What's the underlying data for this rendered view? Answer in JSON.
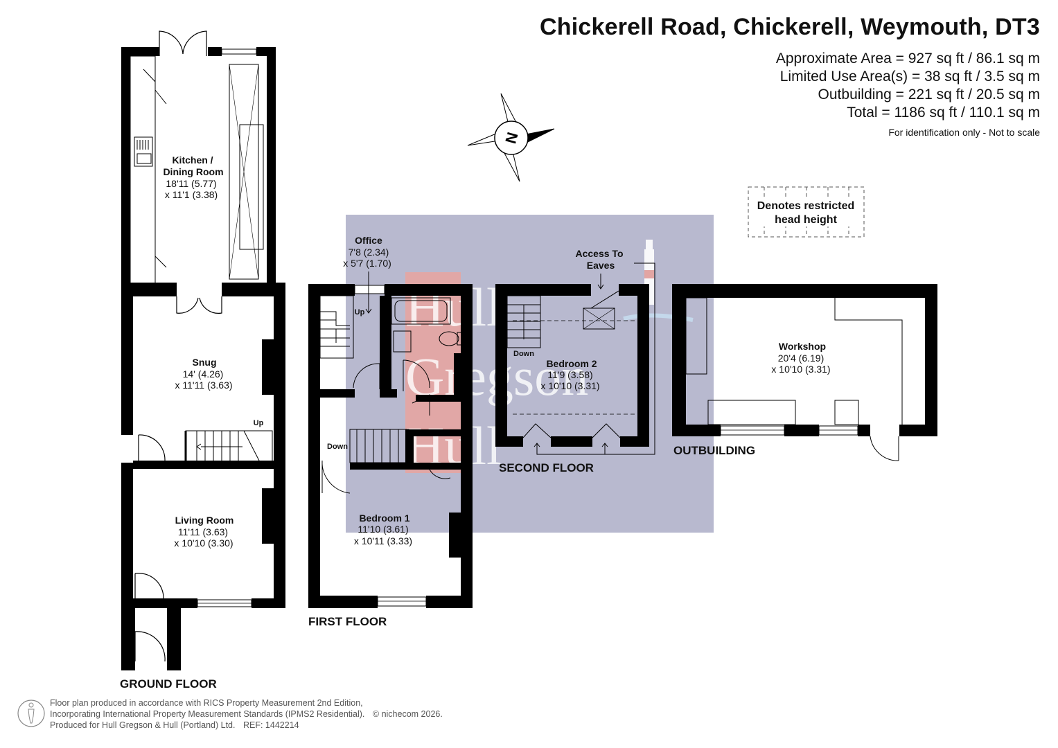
{
  "header": {
    "title": "Chickerell Road, Chickerell, Weymouth, DT3",
    "areas": [
      "Approximate Area = 927 sq ft / 86.1 sq m",
      "Limited Use Area(s) = 38 sq ft / 3.5 sq m",
      "Outbuilding = 221 sq ft / 20.5 sq m",
      "Total = 1186 sq ft / 110.1 sq m"
    ],
    "disclaimer": "For identification only - Not to scale"
  },
  "compass": {
    "label": "N"
  },
  "legend": {
    "line1": "Denotes restricted",
    "line2": "head height"
  },
  "floors": {
    "ground": "GROUND FLOOR",
    "first": "FIRST FLOOR",
    "second": "SECOND FLOOR",
    "outbuilding": "OUTBUILDING"
  },
  "rooms": {
    "kitchen": {
      "name1": "Kitchen /",
      "name2": "Dining Room",
      "dim1": "18'11 (5.77)",
      "dim2": "x 11'1 (3.38)"
    },
    "snug": {
      "name": "Snug",
      "dim1": "14' (4.26)",
      "dim2": "x 11'11 (3.63)"
    },
    "living": {
      "name": "Living Room",
      "dim1": "11'11 (3.63)",
      "dim2": "x 10'10 (3.30)"
    },
    "office": {
      "name": "Office",
      "dim1": "7'8 (2.34)",
      "dim2": "x 5'7 (1.70)"
    },
    "bedroom1": {
      "name": "Bedroom 1",
      "dim1": "11'10 (3.61)",
      "dim2": "x 10'11 (3.33)"
    },
    "bedroom2": {
      "name": "Bedroom 2",
      "dim1": "11'9 (3.58)",
      "dim2": "x 10'10 (3.31)"
    },
    "workshop": {
      "name": "Workshop",
      "dim1": "20'4 (6.19)",
      "dim2": "x 10'10 (3.31)"
    }
  },
  "annotations": {
    "up": "Up",
    "down": "Down",
    "eaves1": "Access To",
    "eaves2": "Eaves"
  },
  "watermark": {
    "word1": "Hull",
    "word2": "Gregson",
    "word3": "Hull"
  },
  "footer": {
    "line1": "Floor plan produced in accordance with RICS Property Measurement 2nd Edition,",
    "line2": "Incorporating International Property Measurement Standards (IPMS2 Residential).",
    "copyright": "© nichecom 2026.",
    "line3": "Produced for Hull Gregson & Hull (Portland) Ltd.",
    "ref": "REF:  1442214"
  },
  "colors": {
    "wall": "#000000",
    "watermark_box": "#b8b9cf",
    "watermark_red": "#e7a39f"
  }
}
